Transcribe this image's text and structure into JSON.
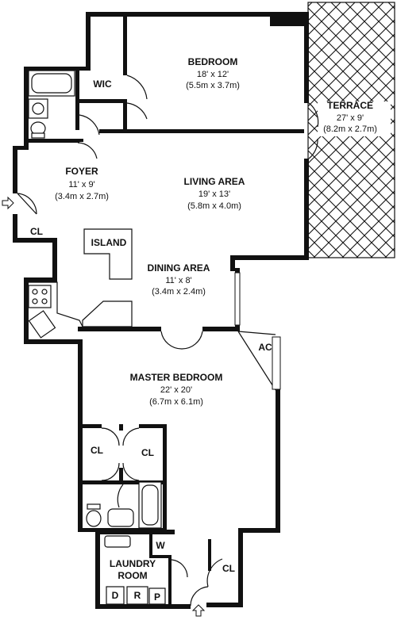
{
  "rooms": {
    "bedroom": {
      "name": "BEDROOM",
      "dims_ft": "18' x 12'",
      "dims_m": "(5.5m x 3.7m)"
    },
    "wic": {
      "name": "WIC"
    },
    "terrace": {
      "name": "TERRACE",
      "dims_ft": "27' x 9'",
      "dims_m": "(8.2m x 2.7m)"
    },
    "foyer": {
      "name": "FOYER",
      "dims_ft": "11' x 9'",
      "dims_m": "(3.4m x 2.7m)"
    },
    "living": {
      "name": "LIVING AREA",
      "dims_ft": "19' x 13'",
      "dims_m": "(5.8m x 4.0m)"
    },
    "foyer_closet": {
      "name": "CL"
    },
    "island": {
      "name": "ISLAND"
    },
    "dining": {
      "name": "DINING AREA",
      "dims_ft": "11' x 8'",
      "dims_m": "(3.4m x 2.4m)"
    },
    "ac": {
      "name": "AC"
    },
    "master": {
      "name": "MASTER BEDROOM",
      "dims_ft": "22' x 20'",
      "dims_m": "(6.7m x 6.1m)"
    },
    "closet_left": {
      "name": "CL"
    },
    "closet_right": {
      "name": "CL"
    },
    "laundry": {
      "name": "LAUNDRY",
      "name2": "ROOM"
    },
    "washer": {
      "name": "W"
    },
    "dryer": {
      "name": "D"
    },
    "refrigerator": {
      "name": "R"
    },
    "pantry": {
      "name": "P"
    },
    "entry_closet": {
      "name": "CL"
    }
  },
  "icons": {
    "foyer_entry": "entry-arrow-icon",
    "bottom_entry": "entry-arrow-icon",
    "terrace_fill": "crosshatch-pattern",
    "bathtub": "bathtub-icon",
    "toilet": "toilet-icon",
    "sink": "sink-icon",
    "stove": "stove-icon"
  },
  "colors": {
    "wall": "#111111",
    "background": "#ffffff"
  }
}
